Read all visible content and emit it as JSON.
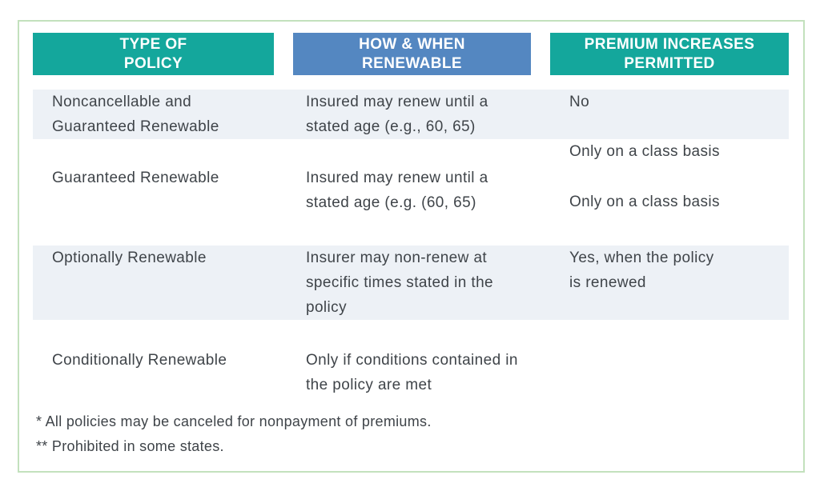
{
  "colors": {
    "teal": "#14a79c",
    "blue": "#5487c1",
    "row_shade": "#edf1f6",
    "text": "#3f4449",
    "card_border": "#c3e1bd"
  },
  "table": {
    "headers": [
      {
        "line1": "TYPE OF",
        "line2": "POLICY"
      },
      {
        "line1": "HOW & WHEN",
        "line2": "RENEWABLE"
      },
      {
        "line1": "PREMIUM INCREASES",
        "line2": "PERMITTED"
      }
    ],
    "rows": [
      {
        "policy": [
          "Noncancellable and",
          "Guaranteed Renewable"
        ],
        "renewable": [
          "Insured may renew until a",
          "stated age (e.g., 60, 65)"
        ],
        "premium": [
          "No"
        ]
      },
      {
        "policy": [
          "Guaranteed Renewable"
        ],
        "renewable": [
          "Insured may renew until a",
          "stated age (e.g. (60, 65)"
        ],
        "premium": [
          "Only on a class basis",
          "Only on a class basis"
        ]
      },
      {
        "policy": [
          "Optionally Renewable"
        ],
        "renewable": [
          "Insurer may non-renew at",
          "specific times stated in the",
          "policy"
        ],
        "premium": [
          "Yes, when the policy",
          "is renewed"
        ]
      },
      {
        "policy": [
          "Conditionally Renewable"
        ],
        "renewable": [
          "Only if conditions contained in",
          "the policy are met"
        ],
        "premium": []
      }
    ]
  },
  "footnotes": [
    "* All policies may be canceled for nonpayment of premiums.",
    "** Prohibited in some states."
  ]
}
